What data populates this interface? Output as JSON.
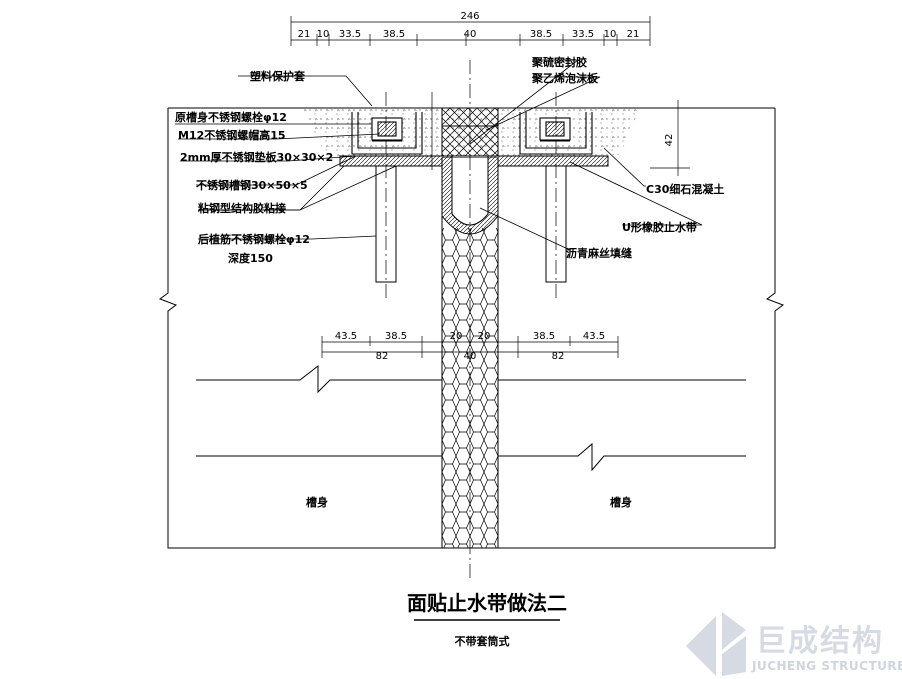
{
  "drawing": {
    "title": "面贴止水带做法二",
    "subtitle": "不带套筒式",
    "top_dims": {
      "total": "246",
      "segments": [
        "21",
        "10",
        "33.5",
        "38.5",
        "40",
        "38.5",
        "33.5",
        "10",
        "21"
      ]
    },
    "mid_dims": {
      "upper": [
        "43.5",
        "38.5",
        "20",
        "20",
        "38.5",
        "43.5"
      ],
      "lower": [
        "82",
        "40",
        "82"
      ]
    },
    "side_dim": "42",
    "labels": {
      "plastic_cap": "塑料保护套",
      "groove_bolt": "原槽身不锈钢螺栓φ12",
      "nut": "M12不锈钢螺帽高15",
      "washer": "2mm厚不锈钢垫板30×30×2",
      "angle": "不锈钢槽钢30×50×5",
      "adhesive": "粘钢型结构胶粘接",
      "anchor_bolt": "后植筋不锈钢螺栓φ12",
      "anchor_depth": "深度150",
      "sealant": "聚硫密封胶",
      "foam": "聚乙烯泡沫板",
      "concrete": "C30细石混凝土",
      "u_strip": "U形橡胶止水带",
      "asphalt": "沥青麻丝填缝",
      "left_body": "槽身",
      "right_body": "槽身"
    }
  },
  "logo": {
    "cn": "巨成结构",
    "en": "JUCHENG STRUCTURE",
    "color": "#c9d0da"
  }
}
